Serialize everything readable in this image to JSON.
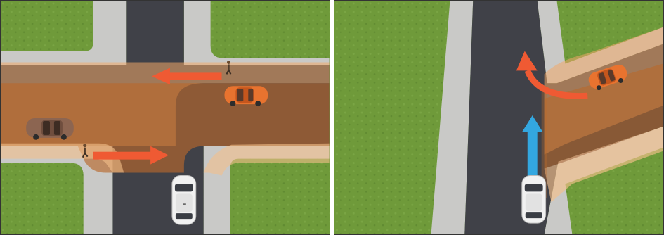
{
  "scenes": [
    {
      "id": "intersection-crossing",
      "elements": [
        "grass",
        "road",
        "sidewalks",
        "hazard-zone",
        "pedestrian-top",
        "pedestrian-bottom",
        "orange-car",
        "brown-car",
        "white-car",
        "arrow-left",
        "arrow-right"
      ]
    },
    {
      "id": "left-turn-conflict",
      "elements": [
        "grass",
        "road",
        "sidewalks",
        "hazard-zone",
        "orange-car",
        "white-car",
        "turn-arrow",
        "straight-arrow"
      ]
    }
  ],
  "colors": {
    "grass": "#6f9a3a",
    "grass_dark": "#5f8a30",
    "road": "#404148",
    "sidewalk": "#c8c8c6",
    "zone_light": "#f3b57c",
    "zone_dark": "#b86a2f",
    "arrow_red": "#ef5a33",
    "arrow_blue": "#33a7e0",
    "car_orange": "#e8732f",
    "car_brown": "#8c6551",
    "car_white": "#f1f1f1"
  }
}
